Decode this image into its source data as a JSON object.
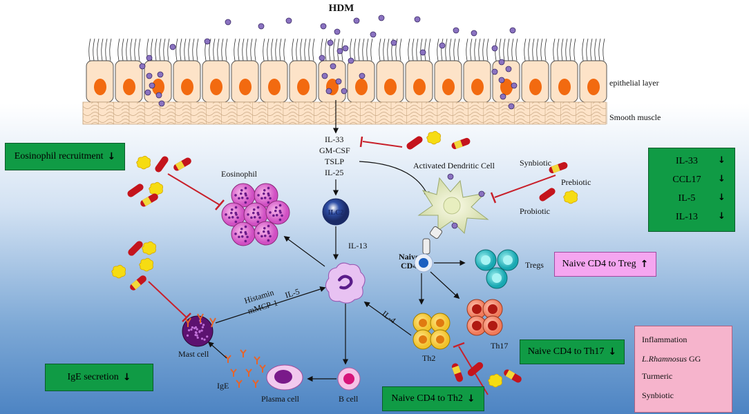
{
  "title": "HDM",
  "labels": {
    "epithelial": "epithelial layer",
    "smooth_muscle": "Smooth muscle",
    "cytokines": [
      "IL-33",
      "GM-CSF",
      "TSLP",
      "IL-25"
    ],
    "eosinophil": "Eosinophil",
    "activated_dc": "Activated Dendritic Cell",
    "synbiotic": "Synbiotic",
    "prebiotic": "Prebiotic",
    "probiotic": "Probiotic",
    "ilc2": "ILC2",
    "il13": "IL-13",
    "naive": "Naive",
    "cd4": "CD4",
    "tregs": "Tregs",
    "histamin": "Histamin",
    "mmcp1": "mMCP-1",
    "il5": "IL-5",
    "il4": "IL-4",
    "th2": "Th2",
    "th17": "Th17",
    "mast_cell": "Mast cell",
    "ige": "IgE",
    "plasma_cell": "Plasma cell",
    "b_cell": "B cell"
  },
  "boxes": {
    "eosinophil_recruitment": {
      "text": "Eosinophil recruitment",
      "arrow": "↓"
    },
    "ige_secretion": {
      "text": "IgE secretion",
      "arrow": "↓"
    },
    "naive_treg": {
      "text": "Naive CD4 to Treg",
      "arrow": "↑"
    },
    "naive_th17": {
      "text": "Naive CD4 to Th17",
      "arrow": "↓"
    },
    "naive_th2": {
      "text": "Naive CD4 to Th2",
      "arrow": "↓"
    }
  },
  "right_box": [
    {
      "text": "IL-33",
      "arrow": "↓"
    },
    {
      "text": "CCL17",
      "arrow": "↓"
    },
    {
      "text": "IL-5",
      "arrow": "↓"
    },
    {
      "text": "IL-13",
      "arrow": "↓"
    }
  ],
  "legend": {
    "inflammation": "Inflammation",
    "lrhamnosus_italic": "L.Rhamnosus",
    "lrhamnosus_rest": " GG",
    "turmeric": "Turmeric",
    "synbiotic": "Synbiotic"
  },
  "colors": {
    "cell_fill": "#fde3c8",
    "nucleus": "#f26a10",
    "hdm_particle": "#8a72c0",
    "green_box": "#109b45",
    "pink_box": "#f5a6f0",
    "legend_bg": "#f6b4cc",
    "inhibit": "#c8202a"
  }
}
